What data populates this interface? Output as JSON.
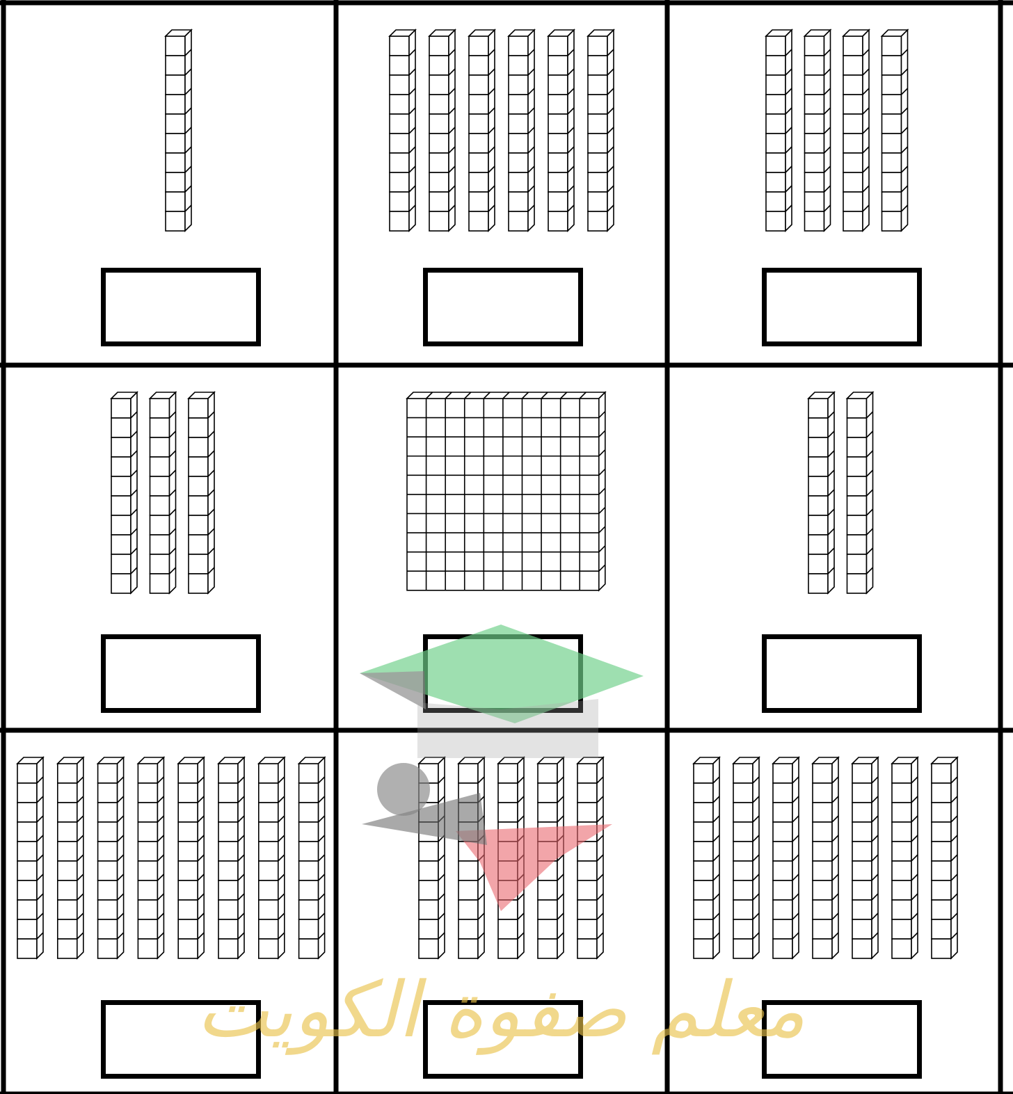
{
  "worksheet": {
    "cells": [
      {
        "row": 1,
        "col": 1,
        "model": "rods",
        "rods": 1,
        "answer": ""
      },
      {
        "row": 1,
        "col": 2,
        "model": "rods",
        "rods": 6,
        "answer": ""
      },
      {
        "row": 1,
        "col": 3,
        "model": "rods",
        "rods": 4,
        "answer": ""
      },
      {
        "row": 2,
        "col": 1,
        "model": "rods",
        "rods": 3,
        "answer": ""
      },
      {
        "row": 2,
        "col": 2,
        "model": "flat",
        "flats": 1,
        "answer": ""
      },
      {
        "row": 2,
        "col": 3,
        "model": "rods",
        "rods": 2,
        "answer": ""
      },
      {
        "row": 3,
        "col": 1,
        "model": "rods",
        "rods": 8,
        "answer": ""
      },
      {
        "row": 3,
        "col": 2,
        "model": "rods",
        "rods": 5,
        "answer": ""
      },
      {
        "row": 3,
        "col": 3,
        "model": "rods",
        "rods": 7,
        "answer": ""
      }
    ],
    "units_per_rod": 10,
    "units_per_flat": 100
  },
  "watermark": {
    "text": "معلم صفوة الكويت",
    "colors": {
      "cap": "#6fcf8a",
      "shadow": "#8a8a8a",
      "red": "#e8666e",
      "gold": "#e9c24a"
    }
  }
}
